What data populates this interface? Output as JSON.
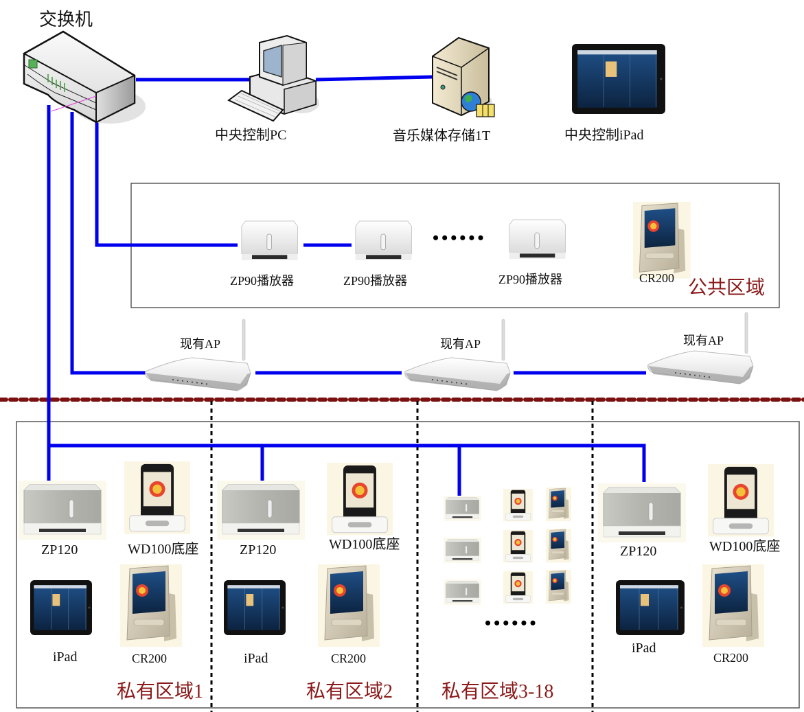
{
  "title_switch": "交换机",
  "core": {
    "pc_label": "中央控制PC",
    "storage_label": "音乐媒体存储1T",
    "ipad_label": "中央控制iPad"
  },
  "public_zone": {
    "zone_label": "公共区域",
    "players": [
      {
        "label": "ZP90播放器"
      },
      {
        "label": "ZP90播放器"
      },
      {
        "label": "ZP90播放器"
      }
    ],
    "controller_label": "CR200",
    "ellipsis": "••••••"
  },
  "access_points": [
    {
      "label": "现有AP"
    },
    {
      "label": "现有AP"
    },
    {
      "label": "现有AP"
    }
  ],
  "private_zones": [
    {
      "zone_label": "私有区域1",
      "amp_label": "ZP120",
      "dock_label": "WD100底座",
      "tablet_label": "iPad",
      "controller_label": "CR200"
    },
    {
      "zone_label": "私有区域2",
      "amp_label": "ZP120",
      "dock_label": "WD100底座",
      "tablet_label": "iPad",
      "controller_label": "CR200"
    },
    {
      "zone_label": "私有区域3-18",
      "ellipsis": "••••••"
    },
    {
      "amp_label": "ZP120",
      "dock_label": "WD100底座",
      "tablet_label": "iPad",
      "controller_label": "CR200"
    }
  ],
  "colors": {
    "cable": "#0000ee",
    "zone_label": "#8b1a1a",
    "boundary": "#7a1010",
    "divider": "#000000",
    "frame": "#333333"
  }
}
